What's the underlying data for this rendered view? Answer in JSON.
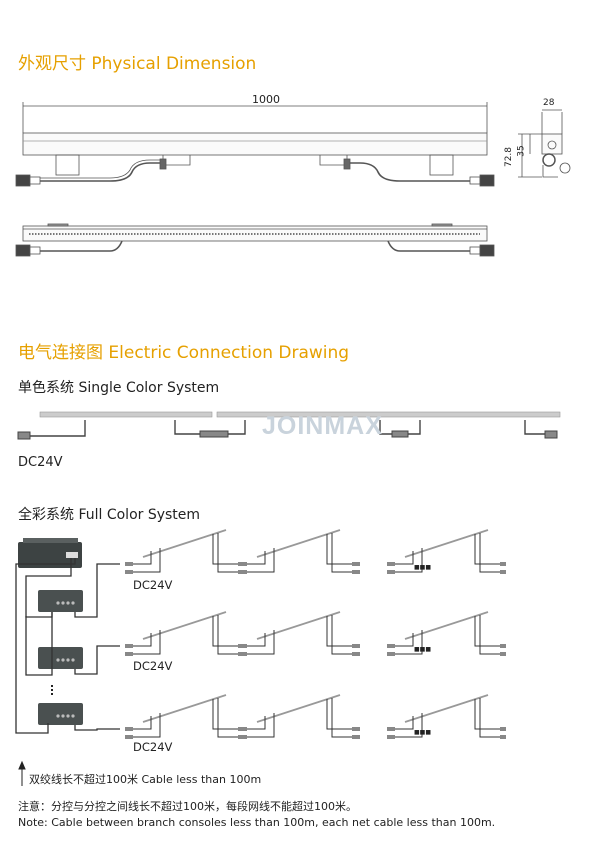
{
  "physical": {
    "title": "外观尺寸 Physical Dimension",
    "length": "1000",
    "width": "28",
    "height": "72.8",
    "body_height": "35"
  },
  "electric": {
    "title": "电气连接图 Electric Connection Drawing",
    "single": {
      "title": "单色系统 Single Color System",
      "voltage": "DC24V",
      "watermark": "JOINMAX"
    },
    "full": {
      "title": "全彩系统 Full Color System",
      "voltage_labels": [
        "DC24V",
        "DC24V",
        "DC24V"
      ],
      "ellipsis": "■■■",
      "cable_note": "双绞线长不超过100米  Cable less than 100m"
    }
  },
  "notes": {
    "cn": "注意：分控与分控之间线长不超过100米，每段网线不能超过100米。",
    "en": "Note: Cable between branch consoles less than 100m, each net cable less than 100m."
  },
  "colors": {
    "heading": "#e6a000"
  }
}
